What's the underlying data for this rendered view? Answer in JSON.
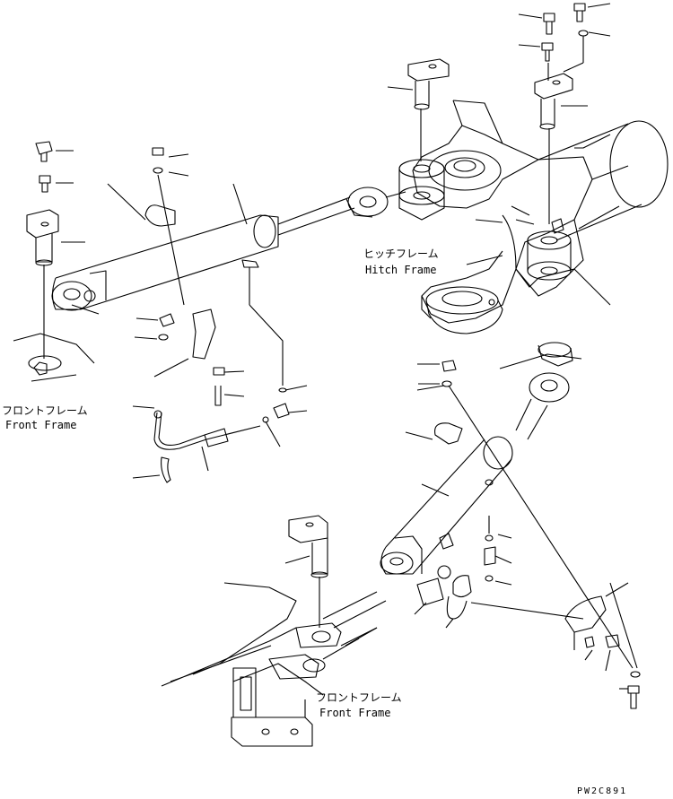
{
  "labels": {
    "hitch_frame_jp": "ヒッチフレーム",
    "hitch_frame_en": "Hitch Frame",
    "front_frame_left_jp": "フロントフレーム",
    "front_frame_left_en": "Front Frame",
    "front_frame_bottom_jp": "フロントフレーム",
    "front_frame_bottom_en": "Front Frame",
    "drawing_code": "PW2C891"
  },
  "colors": {
    "line": "#000000",
    "background": "#ffffff"
  }
}
